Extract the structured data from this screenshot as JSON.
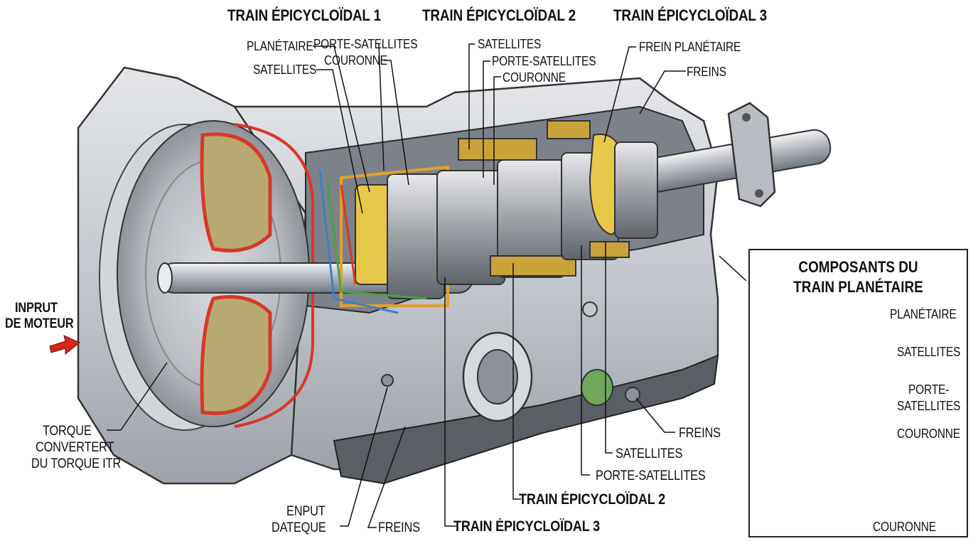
{
  "top_headings": {
    "train1": "TRAIN ÉPICYCLOÏDAL 1",
    "train2": "TRAIN ÉPICYCLOÏDAL 2",
    "train3": "TRAIN ÉPICYCLOÏDAL 3"
  },
  "callouts": {
    "planetaire": "PLANÉTAIRE",
    "porte_satellites_1": "PORTE-SATELLITES",
    "couronne_1": "COURONNE",
    "satellites_1": "SATELLITES",
    "satellites_2": "SATELLITES",
    "porte_satellites_2": "PORTE-SATELLITES",
    "couronne_2": "COURONNE",
    "frein_planetaire": "FREIN PLANÉTAIRE",
    "freins_top": "FREINS",
    "input_line1": "INPRUT",
    "input_line2": "DE MOTEUR",
    "torque_line1": "TORQUE",
    "torque_line2": "CONVERTERT",
    "torque_line3": "DU TORQUE ITR",
    "enput_line1": "ENPUT",
    "enput_line2": "DATEQUE",
    "freins_bottom": "FREINS",
    "train3_bottom": "TRAIN ÉPICYCLOÏDAL 3",
    "train2_bottom": "TRAIN ÉPICYCLOÏDAL 2",
    "porte_satellites_bottom": "PORTE-SATELLITES",
    "satellites_bottom": "SATELLITES",
    "freins_right": "FREINS"
  },
  "inset": {
    "title_line1": "COMPOSANTS DU",
    "title_line2": "TRAIN PLANÉTAIRE",
    "planetaire": "PLANÉTAIRE",
    "satellites": "SATELLITES",
    "porte_line1": "PORTE-",
    "porte_line2": "SATELLITES",
    "couronne_1": "COURONNE",
    "couronne_2": "COURONNE"
  },
  "colors": {
    "housing": "#c9ccd1",
    "housing_dark": "#8a8f97",
    "sun_gear": "#e6c84a",
    "planet_gear": "#3f7fc6",
    "carrier": "#e0b53a",
    "ring_gear": "#6aa2d8",
    "clutch_red": "#d8372a",
    "input_arrow": "#d8261c"
  }
}
